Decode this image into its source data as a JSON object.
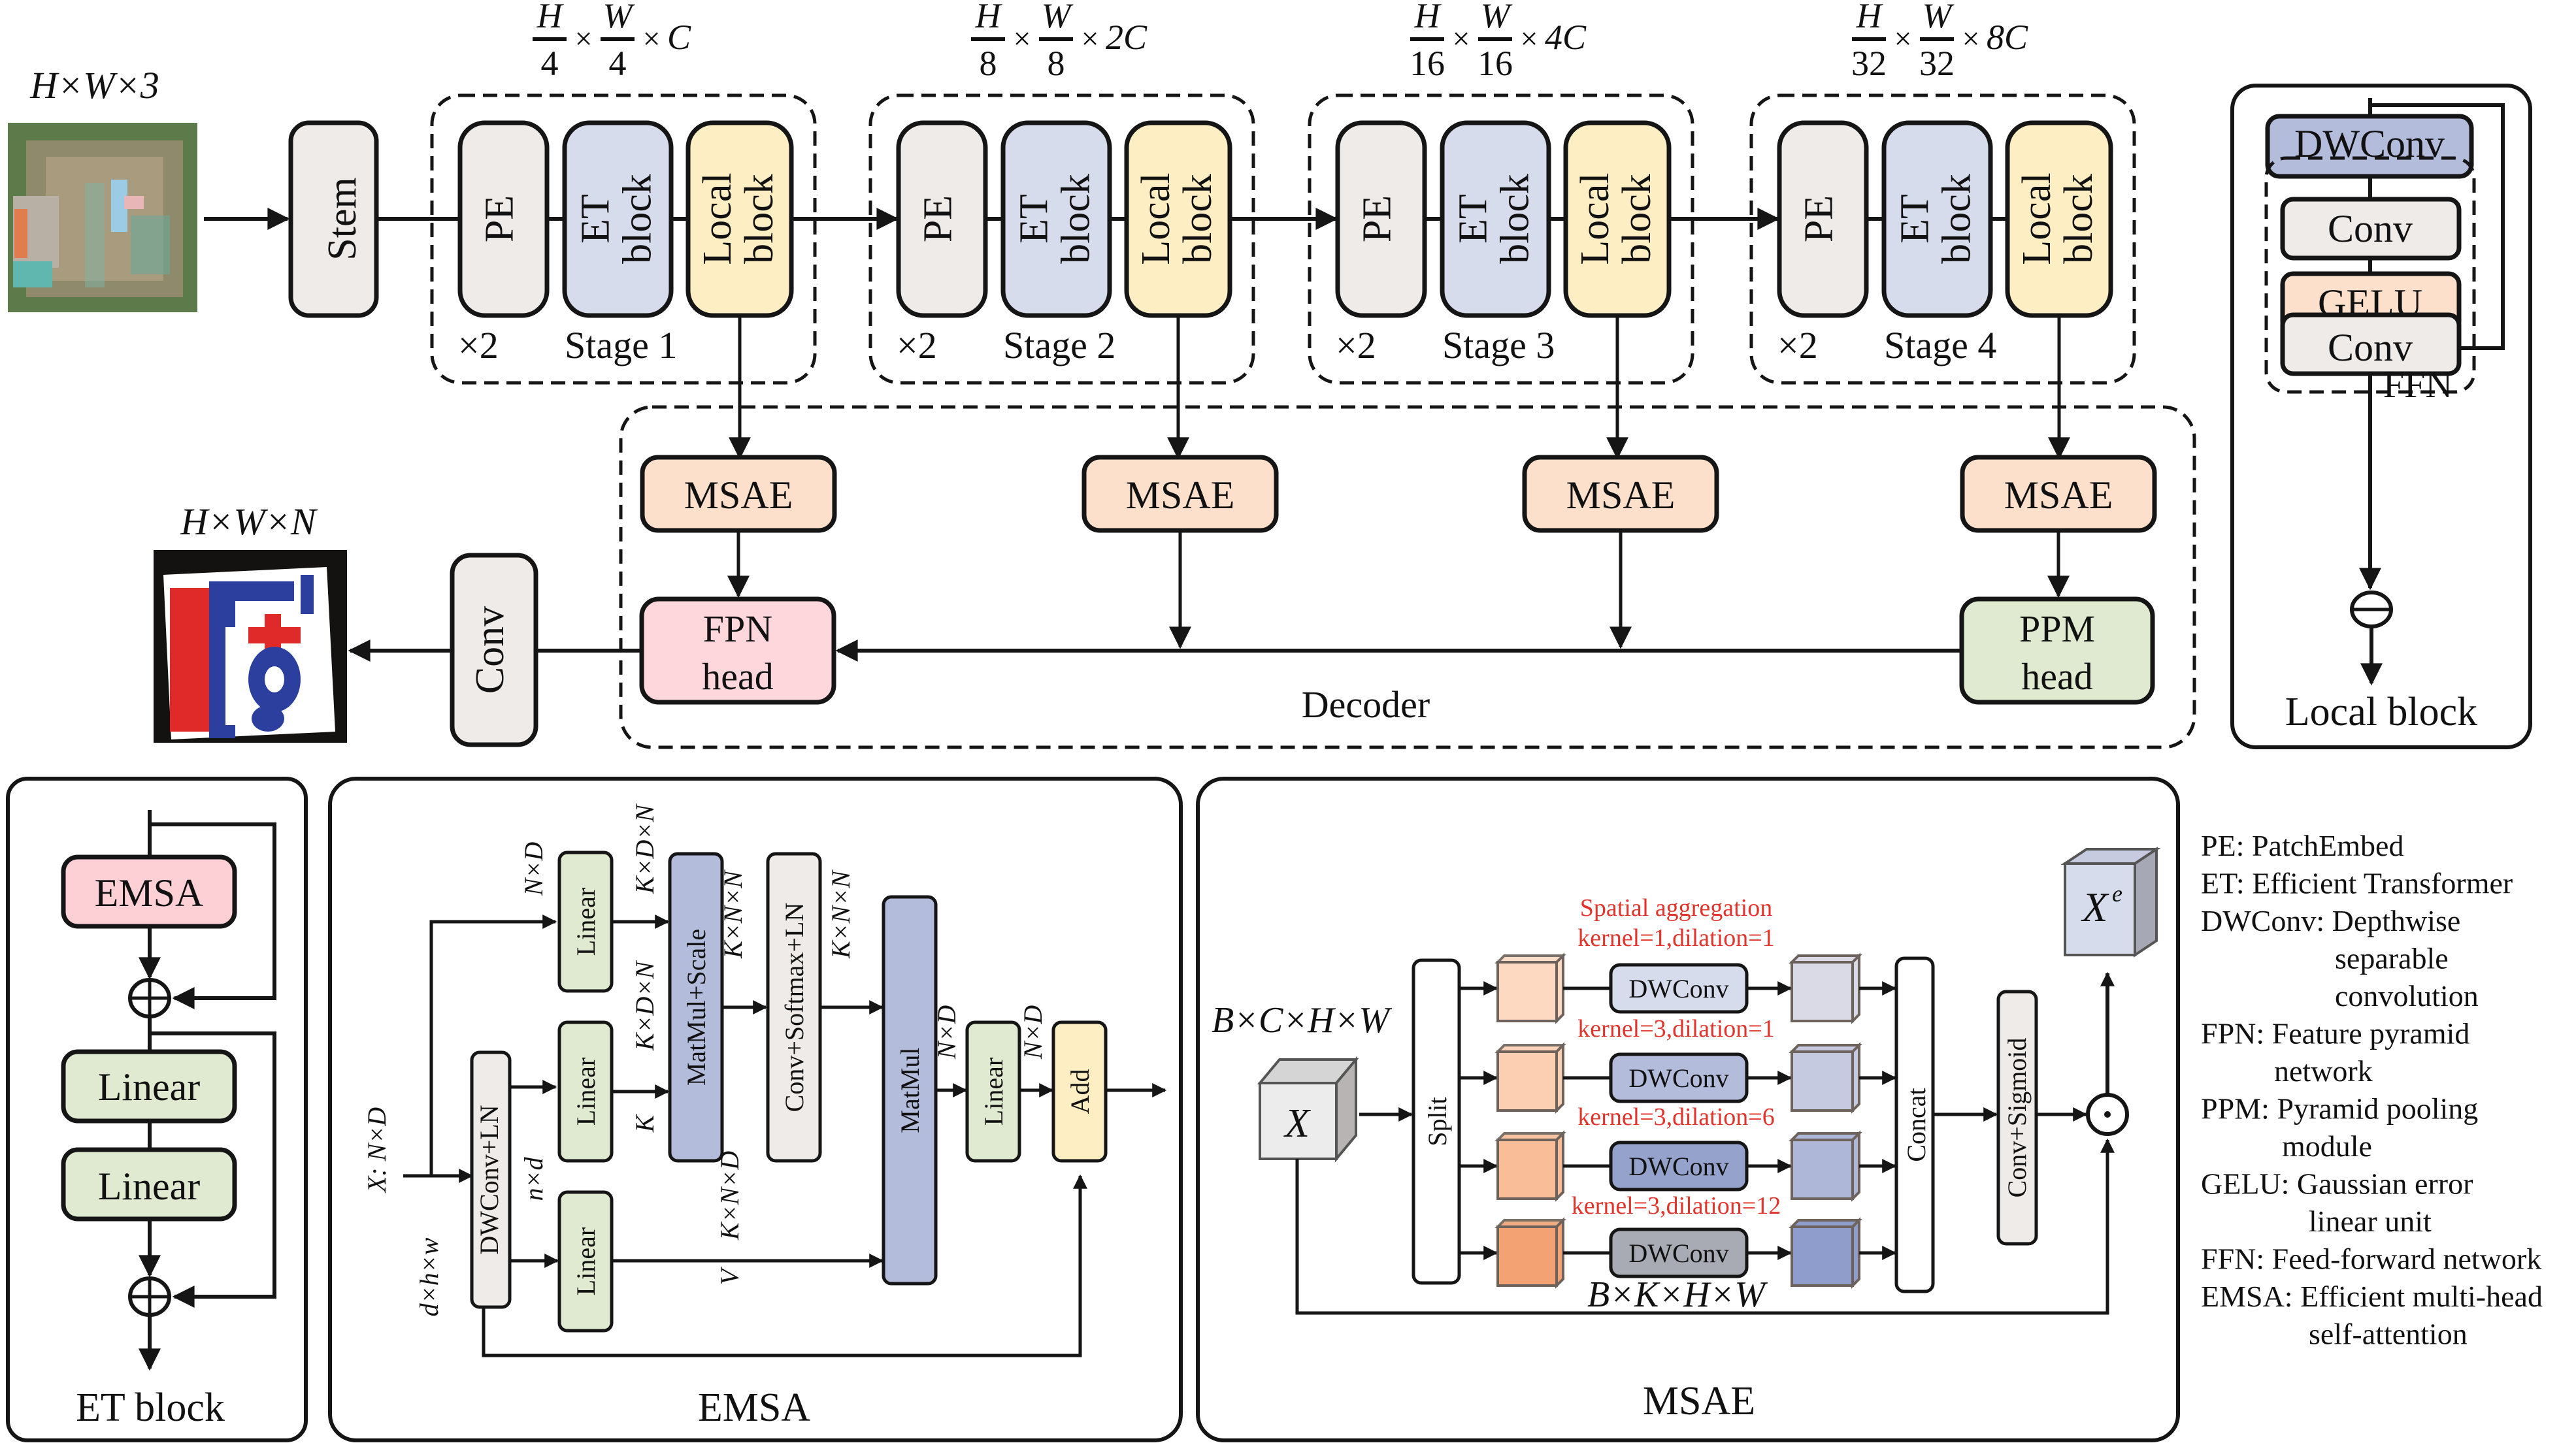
{
  "colors": {
    "pe": "#efebe9",
    "et": "#d7dcec",
    "local": "#fdeec4",
    "stem": "#efebe9",
    "msae": "#fde0cc",
    "fpn": "#fdd7dc",
    "ppm": "#dfead0",
    "conv": "#efebe9",
    "dwconv_local": "#b4bcdc",
    "gelu": "#fde0cc",
    "linear": "#dfead0",
    "emsa_box": "#fdd0d5",
    "matmul": "#b4bcdc",
    "add": "#fdeec4",
    "stage_bg": "#f5f7f5",
    "decoder_bg": "#f3f2f3",
    "local_panel_bg": "#fefcf0",
    "et_panel_bg": "#f5f5fa",
    "emsa_panel_bg": "#fdf1f1",
    "msae_panel_bg": "#fdf6f1",
    "annotation_red": "#e0342c"
  },
  "input": {
    "label": "H×W×3",
    "image_name": "satellite-input-image"
  },
  "stem": {
    "label": "Stem"
  },
  "stages": [
    {
      "name": "Stage 1",
      "repeat": "×2",
      "dims": {
        "h": "H",
        "h_den": "4",
        "w": "W",
        "w_den": "4",
        "c": "C"
      },
      "blocks": [
        "PE",
        "ET|block",
        "Local|block"
      ]
    },
    {
      "name": "Stage 2",
      "repeat": "×2",
      "dims": {
        "h": "H",
        "h_den": "8",
        "w": "W",
        "w_den": "8",
        "c": "2C"
      },
      "blocks": [
        "PE",
        "ET|block",
        "Local|block"
      ]
    },
    {
      "name": "Stage 3",
      "repeat": "×2",
      "dims": {
        "h": "H",
        "h_den": "16",
        "w": "W",
        "w_den": "16",
        "c": "4C"
      },
      "blocks": [
        "PE",
        "ET|block",
        "Local|block"
      ]
    },
    {
      "name": "Stage 4",
      "repeat": "×2",
      "dims": {
        "h": "H",
        "h_den": "32",
        "w": "W",
        "w_den": "32",
        "c": "8C"
      },
      "blocks": [
        "PE",
        "ET|block",
        "Local|block"
      ]
    }
  ],
  "decoder": {
    "label": "Decoder",
    "msae_label": "MSAE",
    "fpn_head": [
      "FPN",
      "head"
    ],
    "ppm_head": [
      "PPM",
      "head"
    ]
  },
  "output": {
    "label": "H×W×N",
    "conv_label": "Conv",
    "image_name": "segmentation-output-map"
  },
  "local_block": {
    "title": "Local block",
    "dwconv": "DWConv",
    "conv1": "Conv",
    "gelu": "GELU",
    "conv2": "Conv",
    "ffn": "FFN"
  },
  "et_block": {
    "title": "ET block",
    "emsa": "EMSA",
    "linear1": "Linear",
    "linear2": "Linear"
  },
  "emsa": {
    "title": "EMSA",
    "input_label": "X: N×D",
    "dwconv_ln": "DWConv+LN",
    "dhw_label": "d×h×w",
    "nd_label": "n×d",
    "linear_q": "Linear",
    "linear_k": "Linear",
    "linear_v": "Linear",
    "q_dim": "N×D",
    "q_out": "K×D×N",
    "k_dim": "K×D×N",
    "k_label": "K",
    "v_dim": "K×N×D",
    "v_label": "V",
    "matmul_scale": "MatMul+Scale",
    "mm_out": "K×N×N",
    "conv_softmax_ln": "Conv+Softmax+LN",
    "cs_out": "K×N×N",
    "matmul": "MatMul",
    "matmul_out": "N×D",
    "linear_out": "Linear",
    "linear_out_dim": "N×D",
    "add": "Add"
  },
  "msae": {
    "title": "MSAE",
    "input_dims": "B×C×H×W",
    "input_symbol": "X",
    "split": "Split",
    "branch_header": "Spatial aggregation",
    "branches": [
      {
        "config": "kernel=1,dilation=1",
        "op": "DWConv",
        "in_color": "#fdd9c2",
        "op_color": "#d7dcec",
        "out_color": "#d9dae6"
      },
      {
        "config": "kernel=3,dilation=1",
        "op": "DWConv",
        "in_color": "#fccfb2",
        "op_color": "#b4bcdc",
        "out_color": "#c6cae0"
      },
      {
        "config": "kernel=3,dilation=6",
        "op": "DWConv",
        "in_color": "#f9bd98",
        "op_color": "#94a2cc",
        "out_color": "#aeb7d8"
      },
      {
        "config": "kernel=3,dilation=12",
        "op": "DWConv",
        "in_color": "#f3a273",
        "op_color": "#a9abb4",
        "out_color": "#8e9dcb"
      }
    ],
    "branch_dims": "B×K×H×W",
    "concat": "Concat",
    "conv_sigmoid": "Conv+Sigmoid",
    "output_symbol": "X",
    "output_sup": "e"
  },
  "legend": [
    {
      "abbr": "PE:",
      "lines": [
        "PatchEmbed"
      ]
    },
    {
      "abbr": "ET:",
      "lines": [
        "Efficient Transformer"
      ]
    },
    {
      "abbr": "DWConv:",
      "lines": [
        "Depthwise",
        "separable",
        "convolution"
      ]
    },
    {
      "abbr": "FPN:",
      "lines": [
        "Feature pyramid",
        "network"
      ]
    },
    {
      "abbr": "PPM:",
      "lines": [
        "Pyramid pooling",
        "module"
      ]
    },
    {
      "abbr": "GELU:",
      "lines": [
        "Gaussian error",
        "linear unit"
      ]
    },
    {
      "abbr": "FFN:",
      "lines": [
        "Feed-forward network"
      ]
    },
    {
      "abbr": "EMSA:",
      "lines": [
        "Efficient multi-head",
        "self-attention"
      ]
    }
  ]
}
